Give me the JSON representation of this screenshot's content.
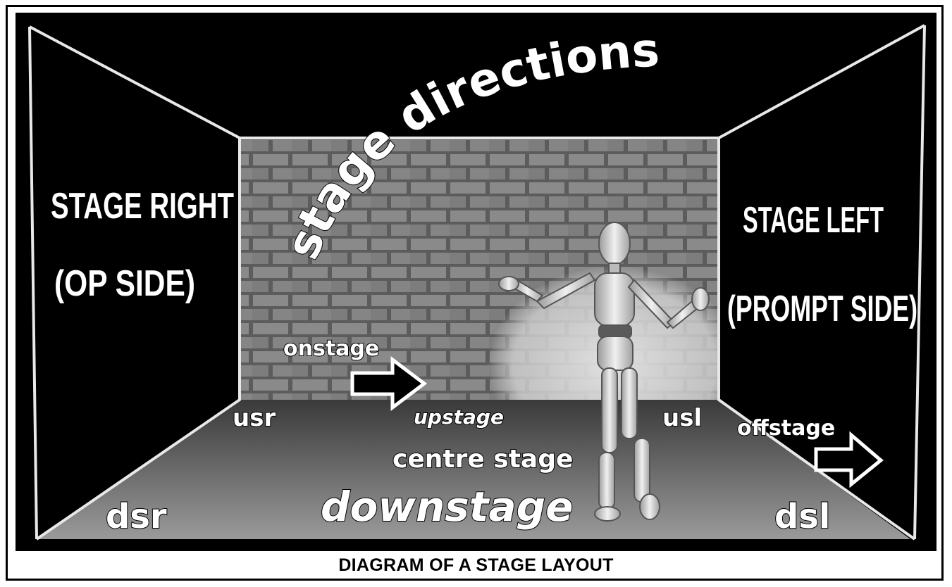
{
  "title": "stage directions",
  "stage_right": {
    "line1": "STAGE RIGHT",
    "line2": "(OP SIDE)"
  },
  "stage_left": {
    "line1": "STAGE LEFT",
    "line2": "(PROMPT SIDE)"
  },
  "labels": {
    "onstage": "onstage",
    "offstage": "offstage",
    "usr": "usr",
    "upstage": "upstage",
    "usl": "usl",
    "centre_stage": "centre stage",
    "dsr": "dsr",
    "downstage": "downstage",
    "dsl": "dsl"
  },
  "caption": "DIAGRAM OF A STAGE LAYOUT",
  "colors": {
    "background": "#000000",
    "text": "#ffffff",
    "wall": "#6e6e6e",
    "floor": "#8a8a8a"
  }
}
